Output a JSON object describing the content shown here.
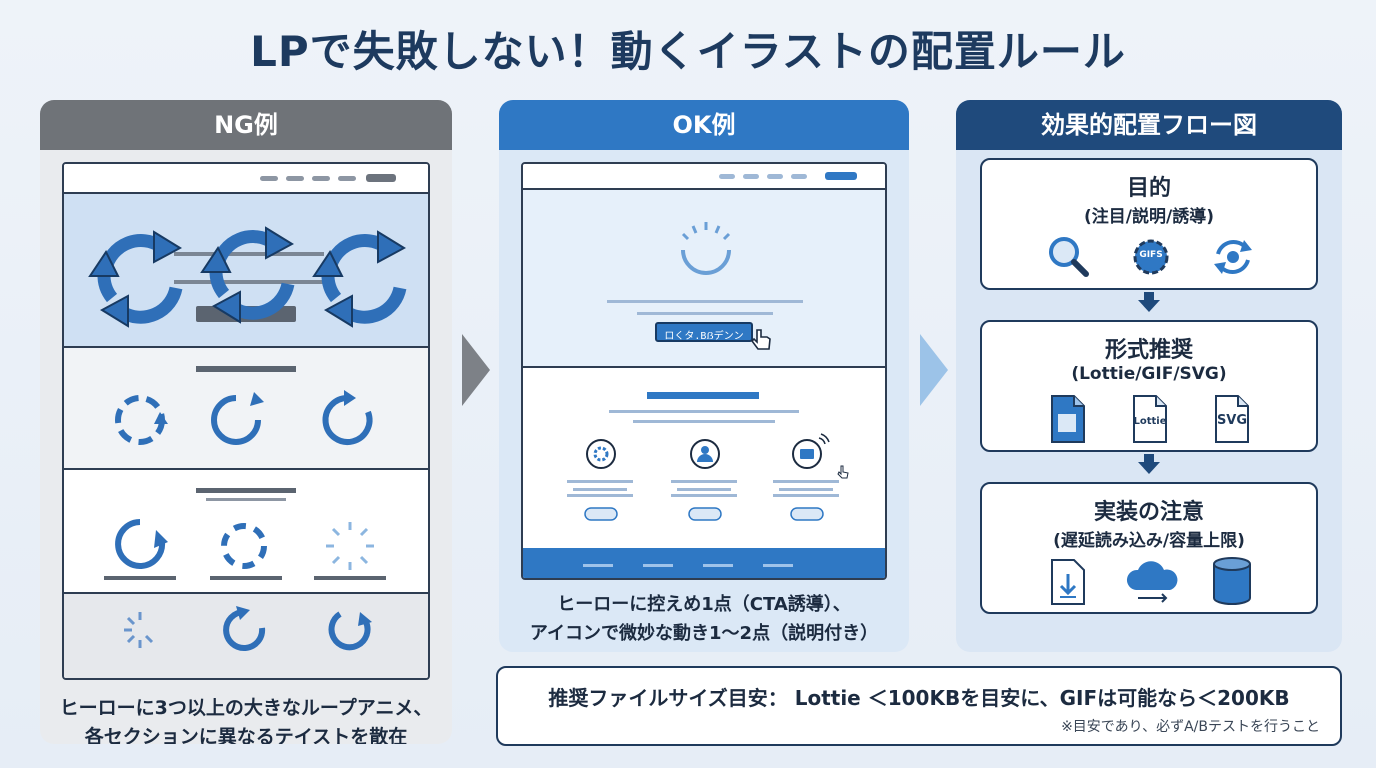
{
  "title": "LPで失敗しない！動くイラストの配置ルール",
  "ng": {
    "header": "NG例",
    "caption": "ヒーローに3つ以上の大きなループアニメ、\n各セクションに異なるテイストを散在"
  },
  "ok": {
    "header": "OK例",
    "cta_label": "ロくタ.Bẞデンン",
    "caption": "ヒーローに控えめ1点（CTA誘導）、\nアイコンで微妙な動き1〜2点（説明付き）"
  },
  "flow": {
    "header": "効果的配置フロー図",
    "steps": [
      {
        "title": "目的",
        "sub": "(注目/説明/誘導)",
        "icons": [
          "search-icon",
          "gear-icon",
          "refresh-icon"
        ],
        "gear_text": "GIFS"
      },
      {
        "title": "形式推奨",
        "sub": "(Lottie/GIF/SVG)",
        "icons": [
          "gif-file-icon",
          "lottie-file-icon",
          "svg-file-icon"
        ],
        "file_labels": [
          "Lottie",
          "SVG"
        ]
      },
      {
        "title": "実装の注意",
        "sub": "(遅延読み込み/容量上限)",
        "icons": [
          "download-file-icon",
          "cloud-icon",
          "database-icon"
        ]
      }
    ]
  },
  "note": {
    "main": "推奨ファイルサイズ目安： Lottie ＜100KBを目安に、GIFは可能なら＜200KB",
    "sub": "※目安であり、必ずA/Bテストを行うこと"
  },
  "colors": {
    "ng_header": "#6f7378",
    "ok_header": "#2f78c4",
    "flow_header": "#1f4a7c",
    "accent_blue": "#2f78c4",
    "navy": "#1f3a5c"
  }
}
